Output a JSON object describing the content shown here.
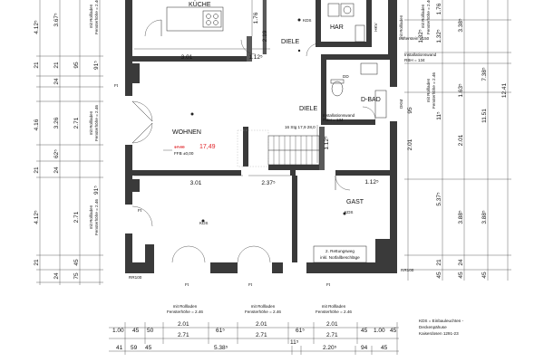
{
  "rooms": {
    "kueche": "KÜCHE",
    "diele_top": "DIELE",
    "diele": "DIELE",
    "har": "HAR",
    "dbad": "D-BAD",
    "wohnen": "WOHNEN",
    "gast": "GAST"
  },
  "wohnen_levels": {
    "level_old": "17,00",
    "level_new": "17,49",
    "ffb": "FFB ±0,00"
  },
  "labels": {
    "kds": "KDS",
    "hkv": "HKV",
    "dd": "DD",
    "luefter": "Lüfterstein ø150",
    "installationswand_top": "Installationswand",
    "rbh_top": "RBH = 134",
    "installationswand_mid": "Installationswand",
    "rbh_mid": "RBH = 134",
    "stairs": "16 Stg 17,9 28,0",
    "okm": "OKM",
    "rettungsweg1": "2. Rettungsweg",
    "rettungsweg2": "inkl. Notfallbeschläge",
    "rr_left": "RR100",
    "rr_right": "RR100",
    "ft": "Ft",
    "rolladen_left_line": "mit Rollladen",
    "fensterhoehe": "Fensterhöhe = 2.46",
    "legend1": "KDS = Einbauleuchten -",
    "legend2": "Deckenpähuse",
    "legend3": "Kaiserdosen 1291-23"
  },
  "dims_left": [
    "4.12⁵",
    "3.67⁵",
    "21",
    "24",
    "95",
    "91⁵",
    "21",
    "4.16",
    "3.26",
    "2.71",
    "62⁵",
    "21",
    "24",
    "4.12⁵",
    "21",
    "24",
    "45",
    "75",
    "91⁵",
    "2.71"
  ],
  "dims_right": [
    "1.76",
    "1.32⁵",
    "3.38⁵",
    "7.38⁵",
    "1.63⁵",
    "11⁵",
    "2.01",
    "11.51",
    "12.41",
    "5.37⁵",
    "3.88⁵",
    "3.88⁵",
    "21",
    "24",
    "45",
    "45",
    "45"
  ],
  "dims_inner": {
    "top_left": "3.01",
    "top_mid": "1.12⁵",
    "mid_left": "3.01",
    "mid_mid": "2.37⁵",
    "mid_right": "1.12⁵",
    "v_1_76": "1.76",
    "v_2_19": "2.19",
    "v_95": "95",
    "v_2_01": "2.01",
    "v_1_12": "1.12⁵",
    "r_1_32": "1.32⁵"
  },
  "windows_bottom": [
    {
      "line1": "mit Rollladen",
      "line2": "Fensterhöhe = 2.46"
    },
    {
      "line1": "mit Rollladen",
      "line2": "Fensterhöhe = 2.46"
    },
    {
      "line1": "mit Rollladen",
      "line2": "Fensterhöhe = 2.46"
    }
  ],
  "bottom_row1": [
    "1.00",
    "45",
    "50",
    "2.01",
    "61⁵",
    "2.01",
    "61⁵",
    "2.01",
    "45",
    "1.00",
    "45"
  ],
  "bottom_row2": [
    "2.71",
    "2.71",
    "2.71"
  ],
  "bottom_row3": [
    "41",
    "59",
    "45",
    "5.38⁵",
    "11⁵",
    "2.20⁵",
    "94",
    "45"
  ]
}
